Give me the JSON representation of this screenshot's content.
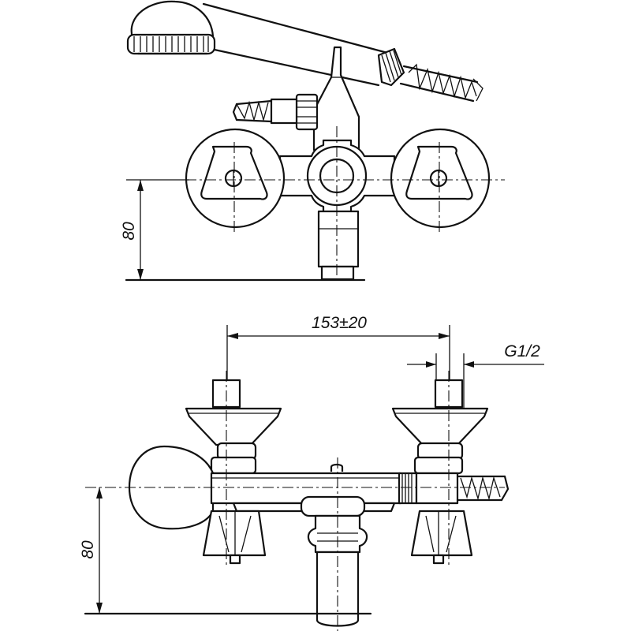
{
  "top_view": {
    "height_dimension": "80"
  },
  "front_view": {
    "spacing_dimension": "153±20",
    "thread_dimension": "G1/2",
    "height_dimension": "80"
  }
}
